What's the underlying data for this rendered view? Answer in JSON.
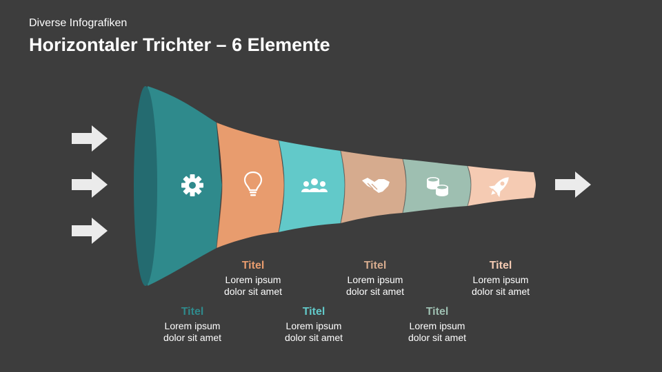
{
  "header": {
    "subtitle": "Diverse Infografiken",
    "title": "Horizontaler Trichter – 6 Elemente"
  },
  "colors": {
    "background": "#3d3d3d",
    "rim": "#246b70"
  },
  "funnel": {
    "segments": [
      {
        "color": "#2f8a8c",
        "icon": "gear-icon"
      },
      {
        "color": "#e89c6e",
        "icon": "lightbulb-icon"
      },
      {
        "color": "#62c9c9",
        "icon": "team-icon"
      },
      {
        "color": "#d6ab8e",
        "icon": "handshake-icon"
      },
      {
        "color": "#9ebfb1",
        "icon": "coins-icon"
      },
      {
        "color": "#f5cbb3",
        "icon": "rocket-icon"
      }
    ]
  },
  "labels": [
    {
      "title": "Titel",
      "line1": "Lorem ipsum",
      "line2": "dolor sit amet",
      "color": "#2f8a8c"
    },
    {
      "title": "Titel",
      "line1": "Lorem ipsum",
      "line2": "dolor sit amet",
      "color": "#e89c6e"
    },
    {
      "title": "Titel",
      "line1": "Lorem ipsum",
      "line2": "dolor sit amet",
      "color": "#62c9c9"
    },
    {
      "title": "Titel",
      "line1": "Lorem ipsum",
      "line2": "dolor sit amet",
      "color": "#d6ab8e"
    },
    {
      "title": "Titel",
      "line1": "Lorem ipsum",
      "line2": "dolor sit amet",
      "color": "#9ebfb1"
    },
    {
      "title": "Titel",
      "line1": "Lorem ipsum",
      "line2": "dolor sit amet",
      "color": "#f5cbb3"
    }
  ]
}
